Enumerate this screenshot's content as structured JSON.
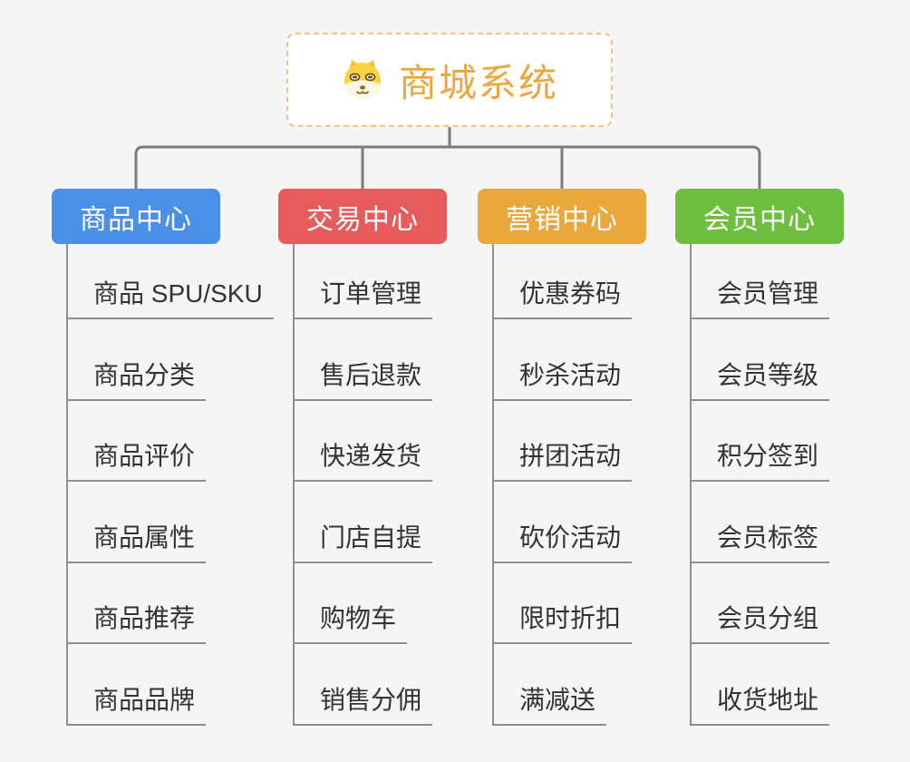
{
  "root": {
    "label": "商城系统",
    "icon": "dog-face-icon",
    "text_color": "#f0a63e",
    "border_color": "#f2c47c"
  },
  "colors": {
    "background": "#f5f5f6",
    "connector": "#7c7c7c",
    "branch_line": "#8f8f8f",
    "leaf_text": "#333333",
    "node_text": "#ffffff"
  },
  "categories": [
    {
      "label": "商品中心",
      "color": "#4a8fe8",
      "items": [
        "商品 SPU/SKU",
        "商品分类",
        "商品评价",
        "商品属性",
        "商品推荐",
        "商品品牌"
      ]
    },
    {
      "label": "交易中心",
      "color": "#e65c5c",
      "items": [
        "订单管理",
        "售后退款",
        "快递发货",
        "门店自提",
        "购物车",
        "销售分佣"
      ]
    },
    {
      "label": "营销中心",
      "color": "#eaa73c",
      "items": [
        "优惠券码",
        "秒杀活动",
        "拼团活动",
        "砍价活动",
        "限时折扣",
        "满减送"
      ]
    },
    {
      "label": "会员中心",
      "color": "#6ebe3f",
      "items": [
        "会员管理",
        "会员等级",
        "积分签到",
        "会员标签",
        "会员分组",
        "收货地址"
      ]
    }
  ]
}
